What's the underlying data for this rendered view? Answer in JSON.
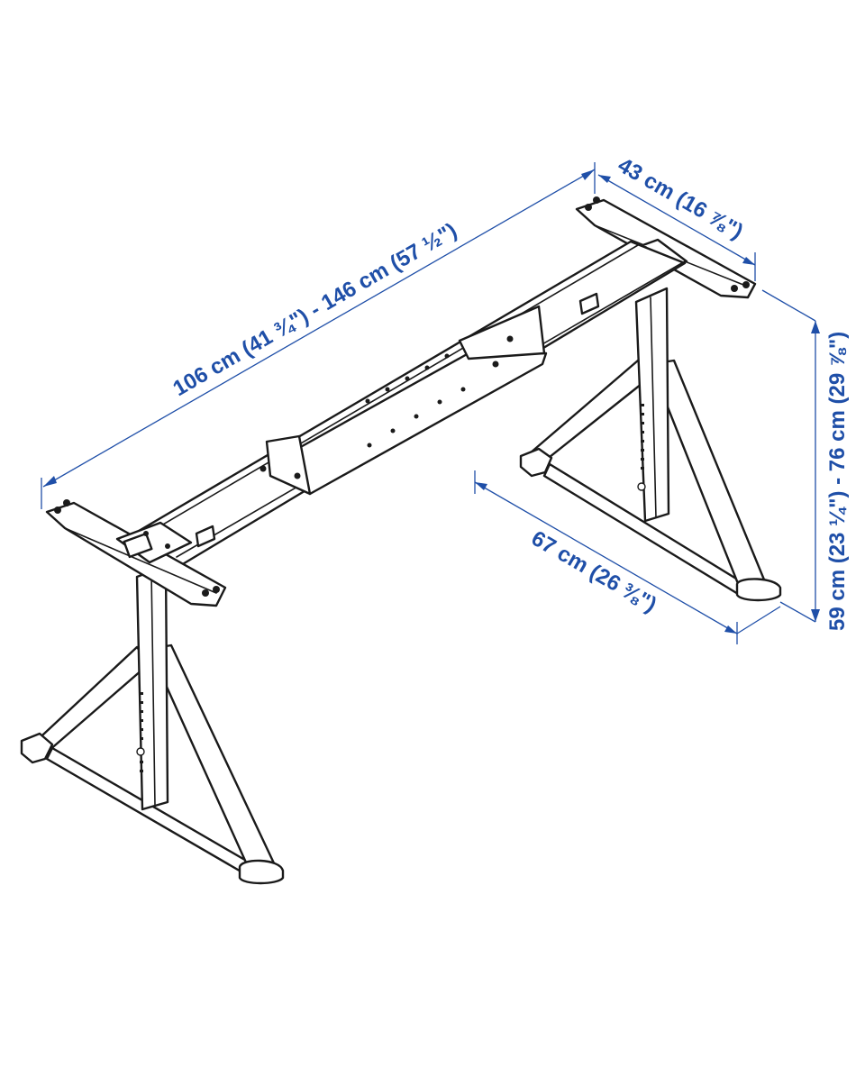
{
  "dimensions": {
    "length": "106 cm (41 ¾\") - 146 cm (57 ½\")",
    "depth_top": "43 cm (16 ⅞\")",
    "depth_foot": "67 cm (26 ⅜\")",
    "height": "59 cm (23 ¼\") - 76 cm (29 ⅞\")"
  },
  "colors": {
    "dimension": "#1f4fa8",
    "line_art": "#1a1a1a",
    "background": "#ffffff"
  }
}
